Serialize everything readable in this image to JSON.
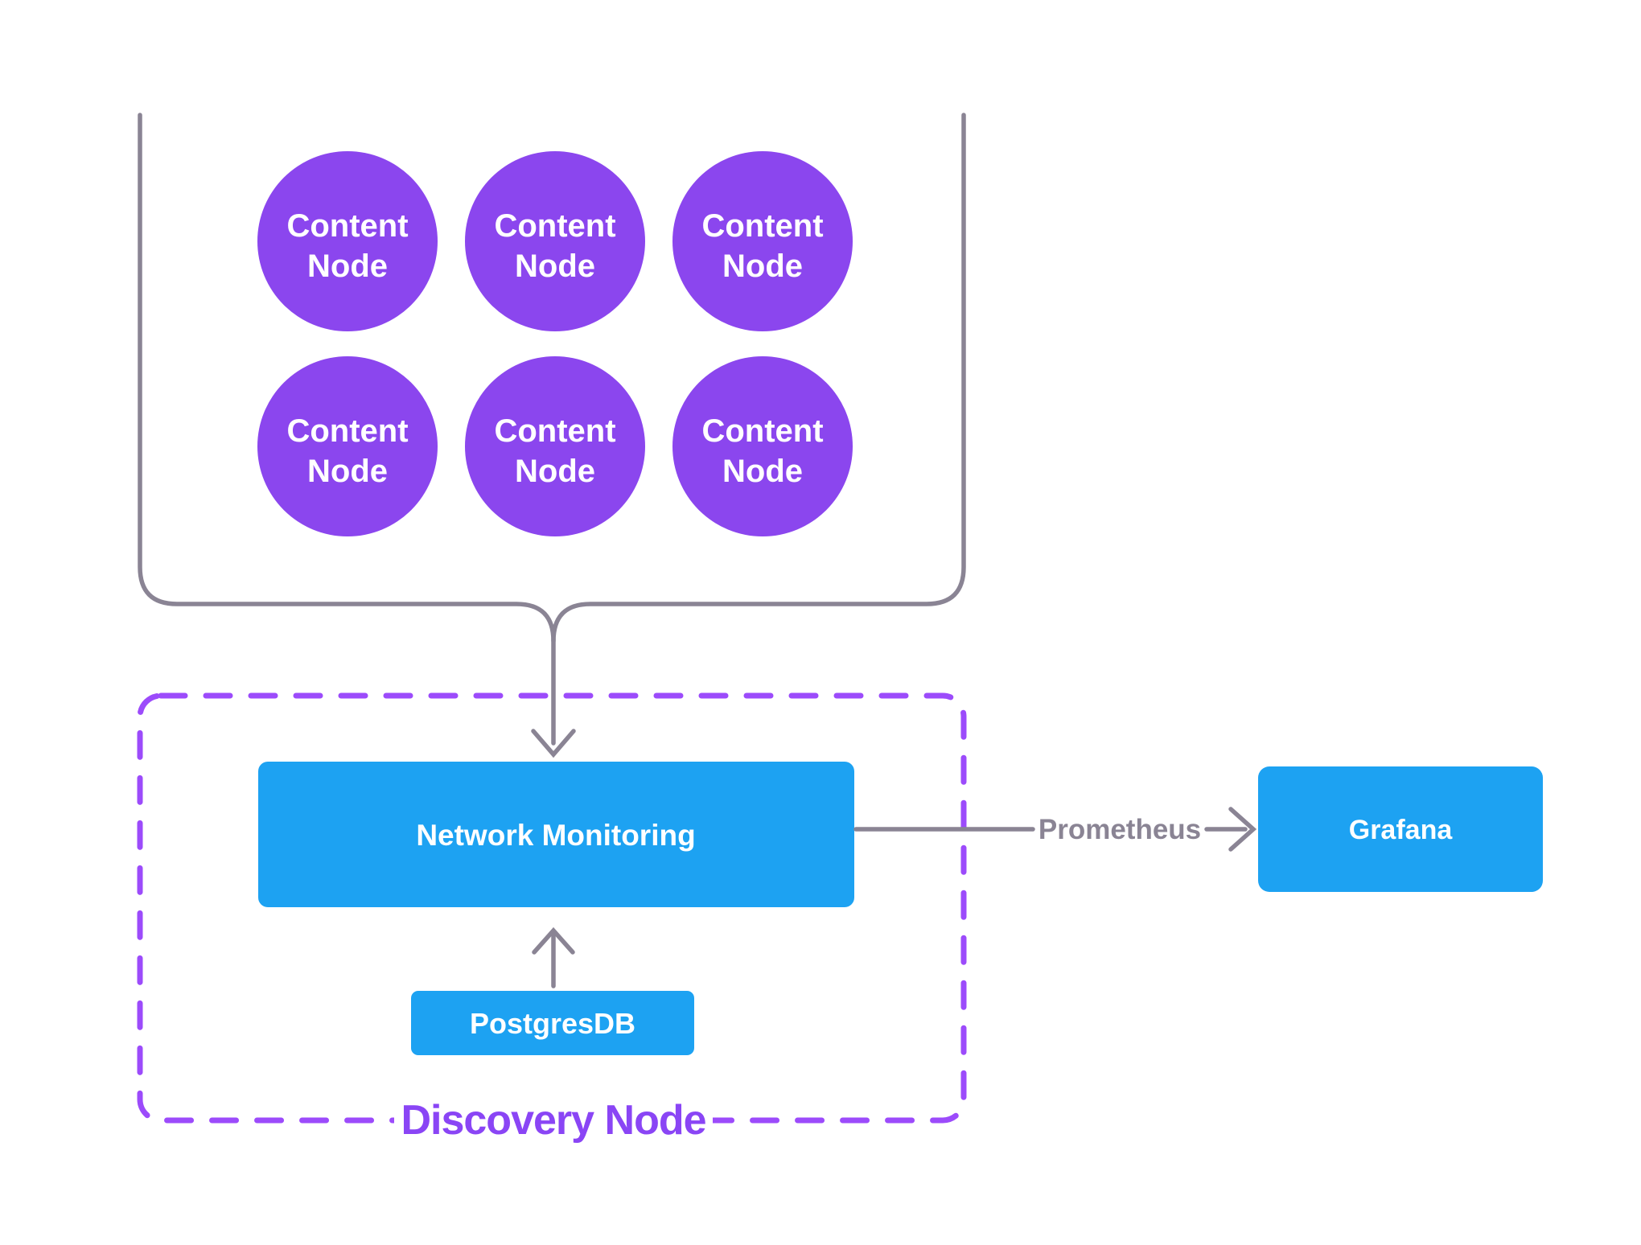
{
  "cluster": {
    "nodes": [
      {
        "line1": "Content",
        "line2": "Node"
      },
      {
        "line1": "Content",
        "line2": "Node"
      },
      {
        "line1": "Content",
        "line2": "Node"
      },
      {
        "line1": "Content",
        "line2": "Node"
      },
      {
        "line1": "Content",
        "line2": "Node"
      },
      {
        "line1": "Content",
        "line2": "Node"
      }
    ]
  },
  "discovery": {
    "label": "Discovery Node",
    "network_monitoring_label": "Network Monitoring",
    "postgres_label": "PostgresDB"
  },
  "external": {
    "prometheus_label": "Prometheus",
    "grafana_label": "Grafana"
  },
  "colors": {
    "node_purple": "#8b46ee",
    "dashed_purple": "#9c4bfb",
    "discovery_text_purple": "#8a45f5",
    "box_blue": "#1da2f2",
    "connector_gray": "#8a8494",
    "text_white": "#ffffff",
    "background_white": "#ffffff"
  }
}
